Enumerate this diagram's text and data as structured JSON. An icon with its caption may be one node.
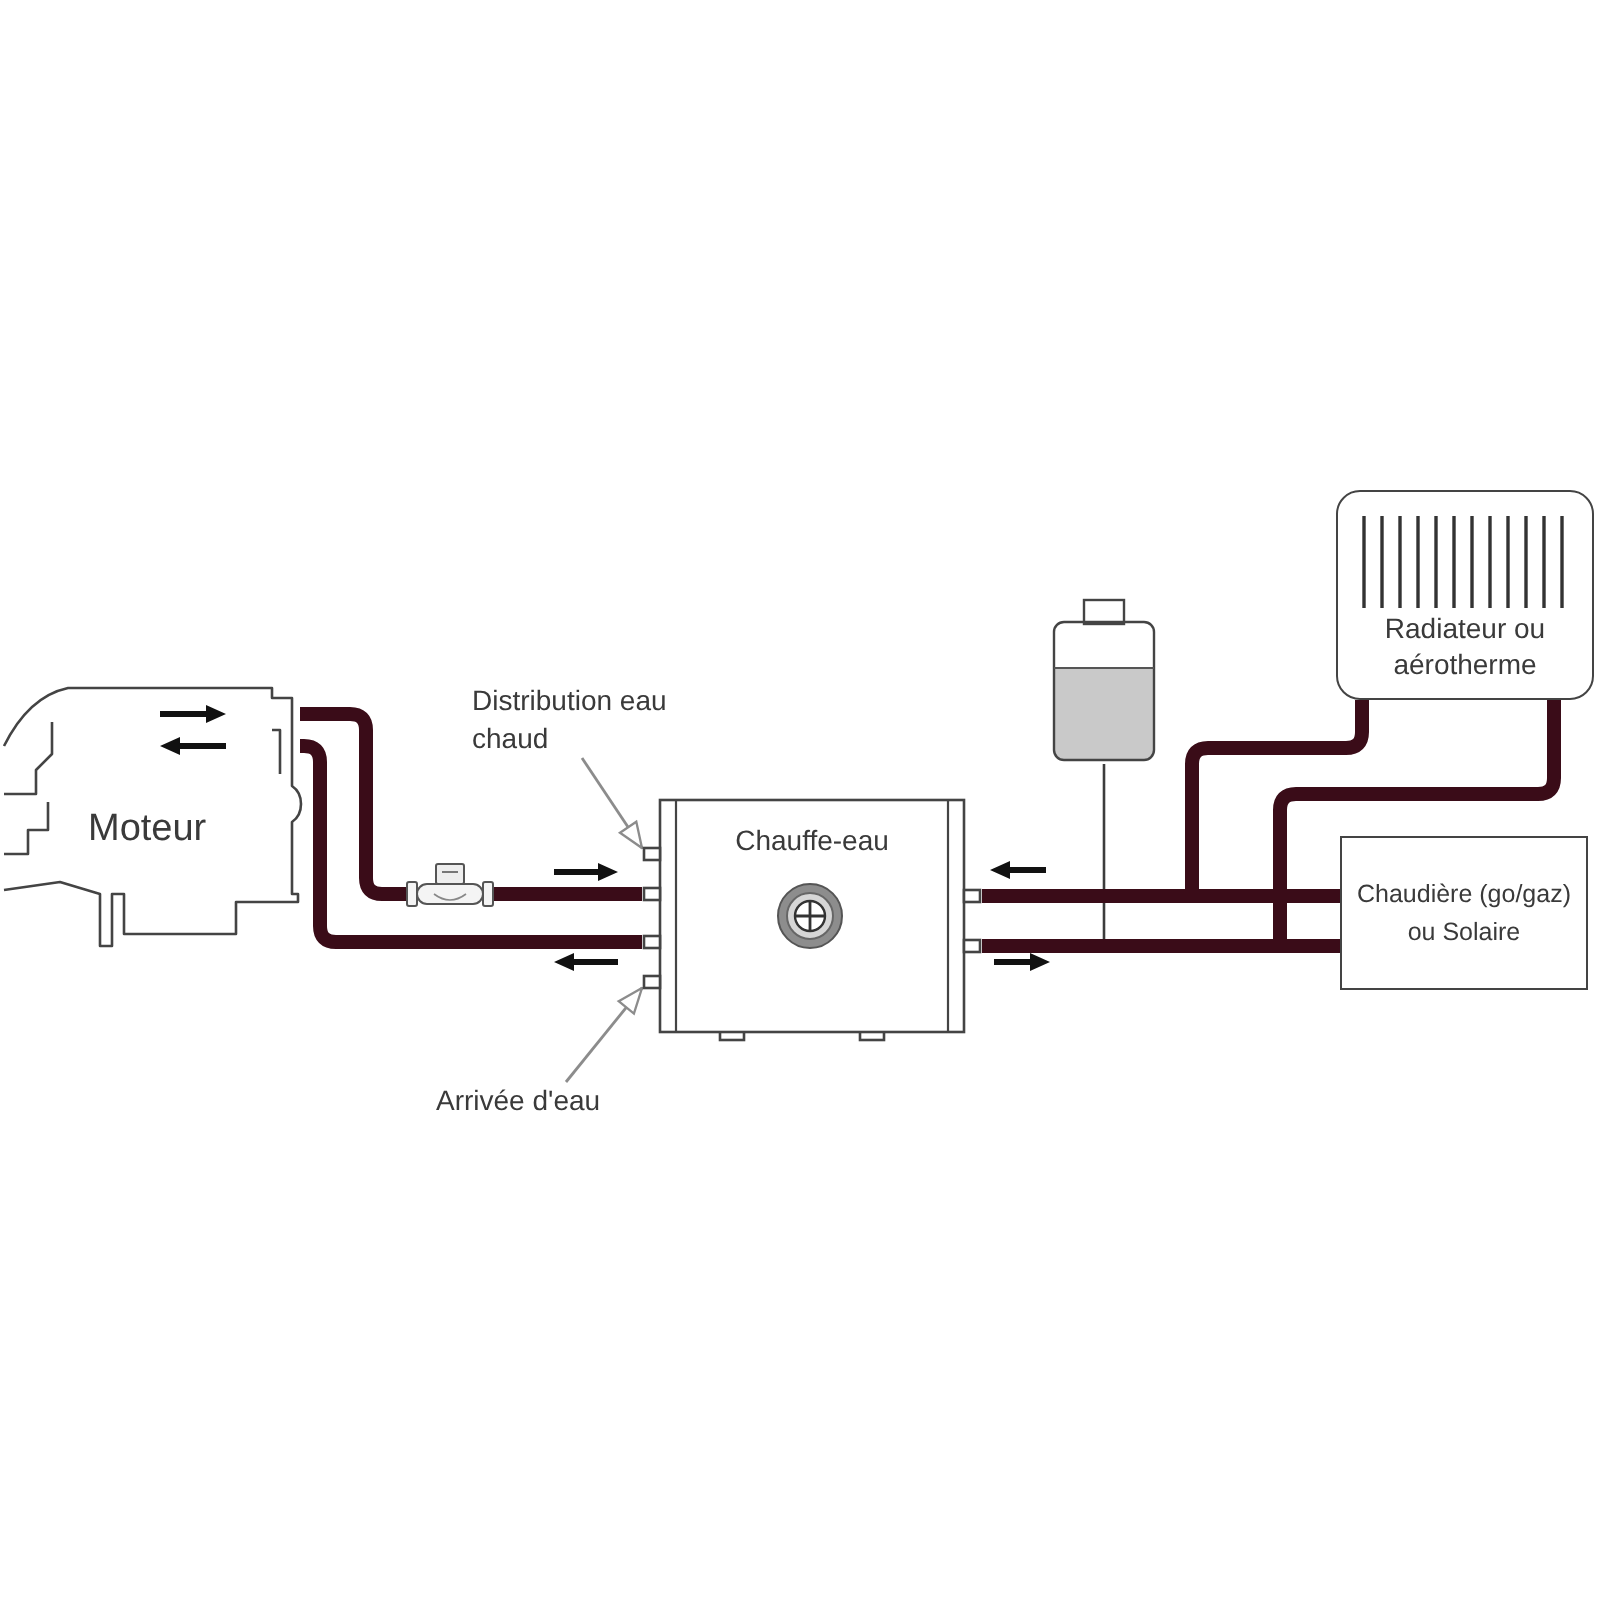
{
  "diagram": {
    "nodes": [
      {
        "text": [
          "Moteur"
        ]
      },
      {
        "text": [
          "Distribution eau chaud"
        ]
      },
      {
        "text": [],
        "shape": "picture"
      },
      {
        "text": [
          "Chauffe-eau"
        ]
      },
      {
        "text": [
          "Arrivée d'eau"
        ]
      },
      {
        "text": [],
        "shape": "picture"
      },
      {
        "text": [
          "Radiateur ou aérotherme"
        ]
      },
      {
        "text": [
          "Chaudière (go/gaz) ou Solaire"
        ]
      }
    ],
    "edges": [
      {
        "from": 0,
        "to": 2,
        "arrow": "none"
      },
      {
        "from": 2,
        "to": 3,
        "arrow": "none"
      },
      {
        "from": 3,
        "to": 0,
        "arrow": "none"
      },
      {
        "from": 7,
        "to": 3,
        "arrow": "none"
      },
      {
        "from": 6,
        "to": 3,
        "arrow": "none"
      },
      {
        "from": 3,
        "to": 7,
        "arrow": "none"
      },
      {
        "from": 3,
        "to": 6,
        "arrow": "none"
      },
      {
        "from": 5,
        "to": null,
        "arrow": "none",
        "color": "#3c3c3c"
      },
      {
        "from": 1,
        "to": 3,
        "arrow": "to",
        "color": "#8c8c8c"
      },
      {
        "from": 4,
        "to": 3,
        "arrow": "to",
        "color": "#8c8c8c"
      }
    ]
  }
}
